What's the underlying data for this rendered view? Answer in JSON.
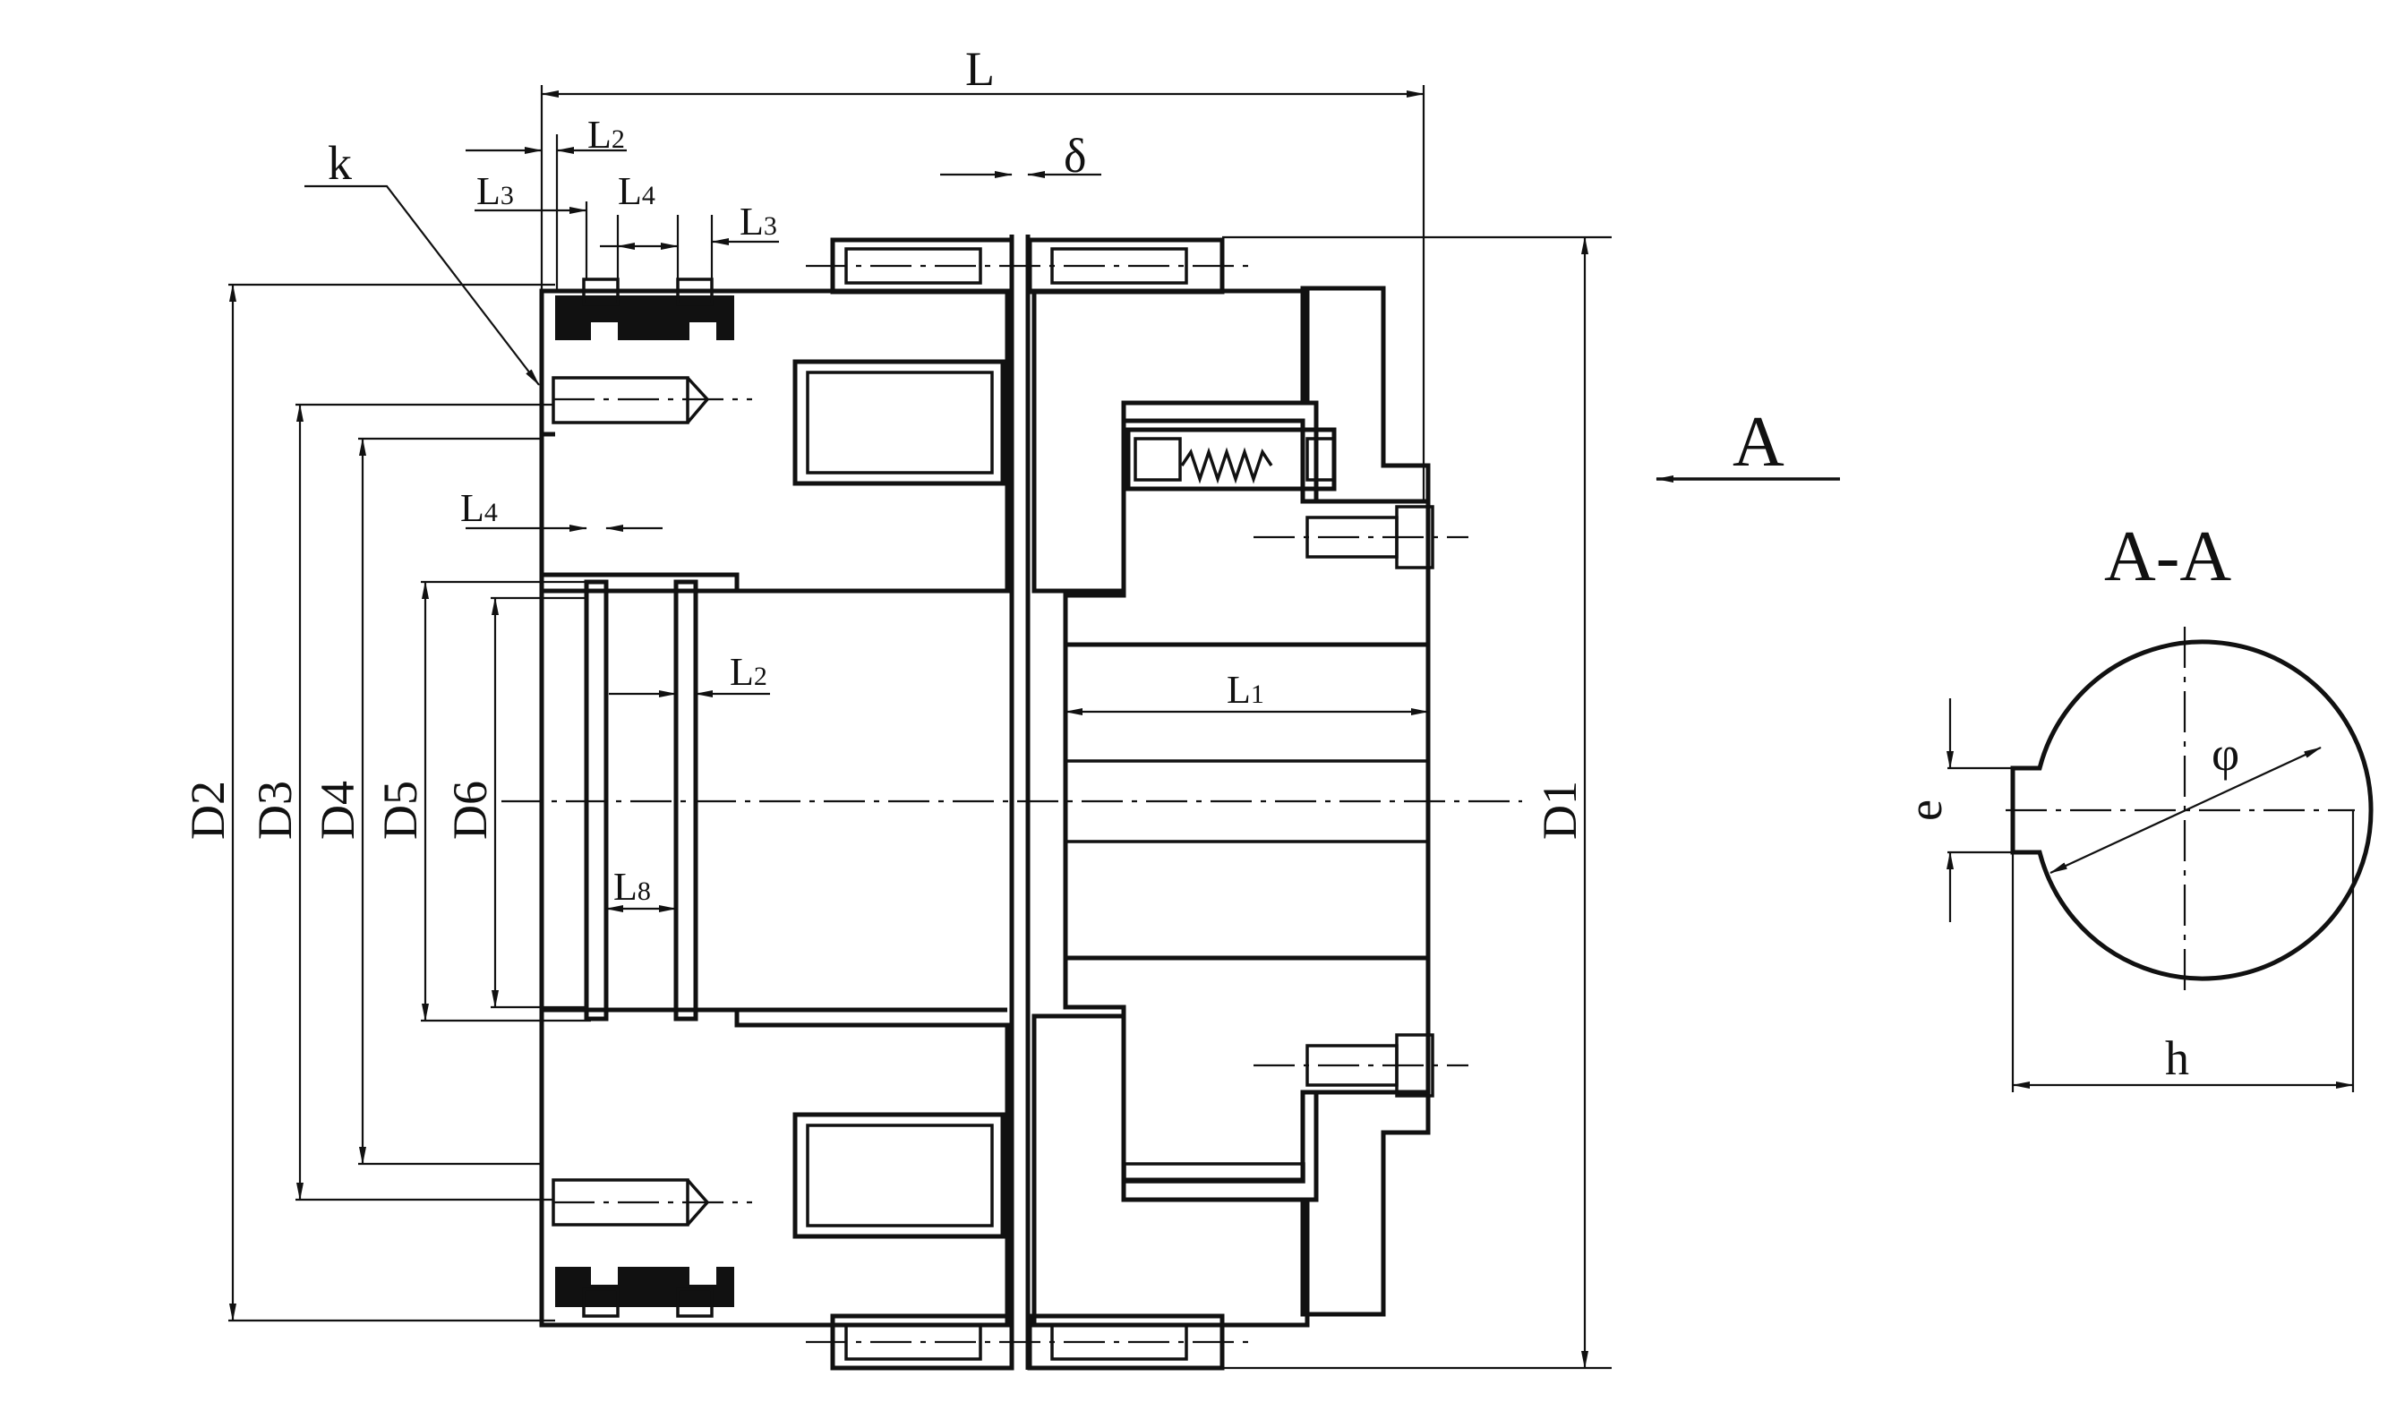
{
  "labels": {
    "L": "L",
    "L2_top": "L",
    "L2_top_sub": "2",
    "k": "k",
    "L3_left": "L",
    "L3_left_sub": "3",
    "L4_top": "L",
    "L4_top_sub": "4",
    "L3_right": "L",
    "L3_right_sub": "3",
    "delta": "δ",
    "L4_mid": "L",
    "L4_mid_sub": "4",
    "L2_mid": "L",
    "L2_mid_sub": "2",
    "L8": "L",
    "L8_sub": "8",
    "L1": "L",
    "L1_sub": "1",
    "D2": "D2",
    "D3": "D3",
    "D4": "D4",
    "D5": "D5",
    "D6": "D6",
    "D1": "D1",
    "view_arrow": "A",
    "section_title": "A-A",
    "phi": "φ",
    "e": "e",
    "h": "h"
  },
  "colors": {
    "line": "#111111",
    "fill_dark": "#111111",
    "background": "#ffffff"
  }
}
